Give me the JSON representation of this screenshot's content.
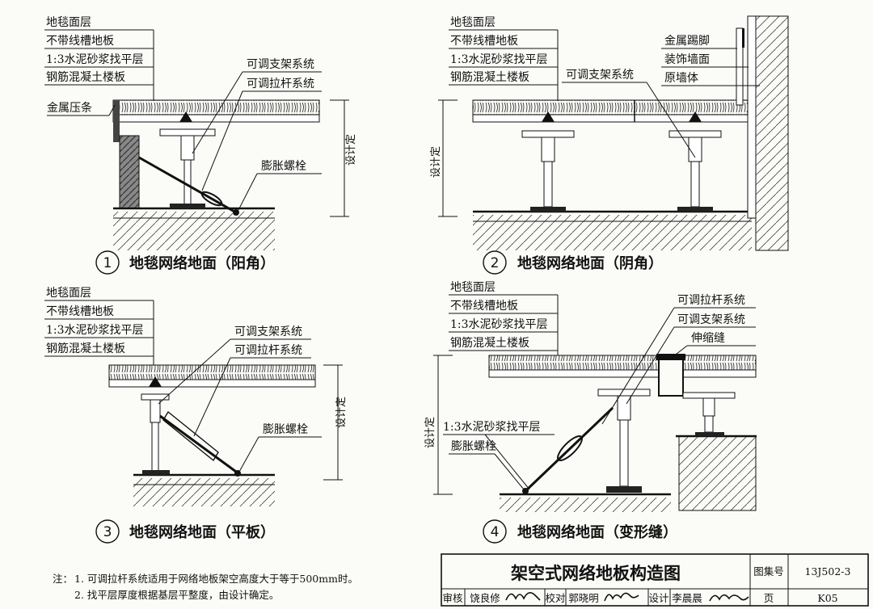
{
  "details": [
    {
      "number": "1",
      "title": "地毯网络地面（阳角）",
      "layers": [
        "地毯面层",
        "不带线槽地板",
        "1:3水泥砂浆找平层",
        "钢筋混凝土楼板"
      ],
      "labels": [
        "金属压条",
        "可调支架系统",
        "可调拉杆系统",
        "膨胀螺栓"
      ],
      "dimension": "设计定"
    },
    {
      "number": "2",
      "title": "地毯网络地面（阴角）",
      "layers": [
        "地毯面层",
        "不带线槽地板",
        "1:3水泥砂浆找平层",
        "钢筋混凝土楼板"
      ],
      "labels": [
        "可调支架系统",
        "金属踢脚",
        "装饰墙面",
        "原墙体"
      ],
      "dimension": "设计定"
    },
    {
      "number": "3",
      "title": "地毯网络地面（平板）",
      "layers": [
        "地毯面层",
        "不带线槽地板",
        "1:3水泥砂浆找平层",
        "钢筋混凝土楼板"
      ],
      "labels": [
        "可调支架系统",
        "可调拉杆系统",
        "膨胀螺栓"
      ],
      "dimension": "设计定"
    },
    {
      "number": "4",
      "title": "地毯网络地面（变形缝）",
      "layers": [
        "地毯面层",
        "不带线槽地板",
        "1:3水泥砂浆找平层",
        "钢筋混凝土楼板"
      ],
      "labels": [
        "可调拉杆系统",
        "可调支架系统",
        "伸缩缝",
        "1:3水泥砂浆找平层",
        "膨胀螺栓"
      ],
      "dimension": "设计定"
    }
  ],
  "notes": {
    "prefix": "注：",
    "items": [
      "1. 可调拉杆系统适用于网络地板架空高度大于等于500mm时。",
      "2. 找平层厚度根据基层平整度，由设计确定。"
    ]
  },
  "title_block": {
    "title": "架空式网络地板构造图",
    "atlas_label": "图集号",
    "atlas_no": "13J502-3",
    "page_label": "页",
    "page_no": "K05",
    "review_label": "审核",
    "reviewer": "饶良修",
    "check_label": "校对",
    "checker": "郭晓明",
    "design_label": "设计",
    "designer": "李晨晨"
  }
}
